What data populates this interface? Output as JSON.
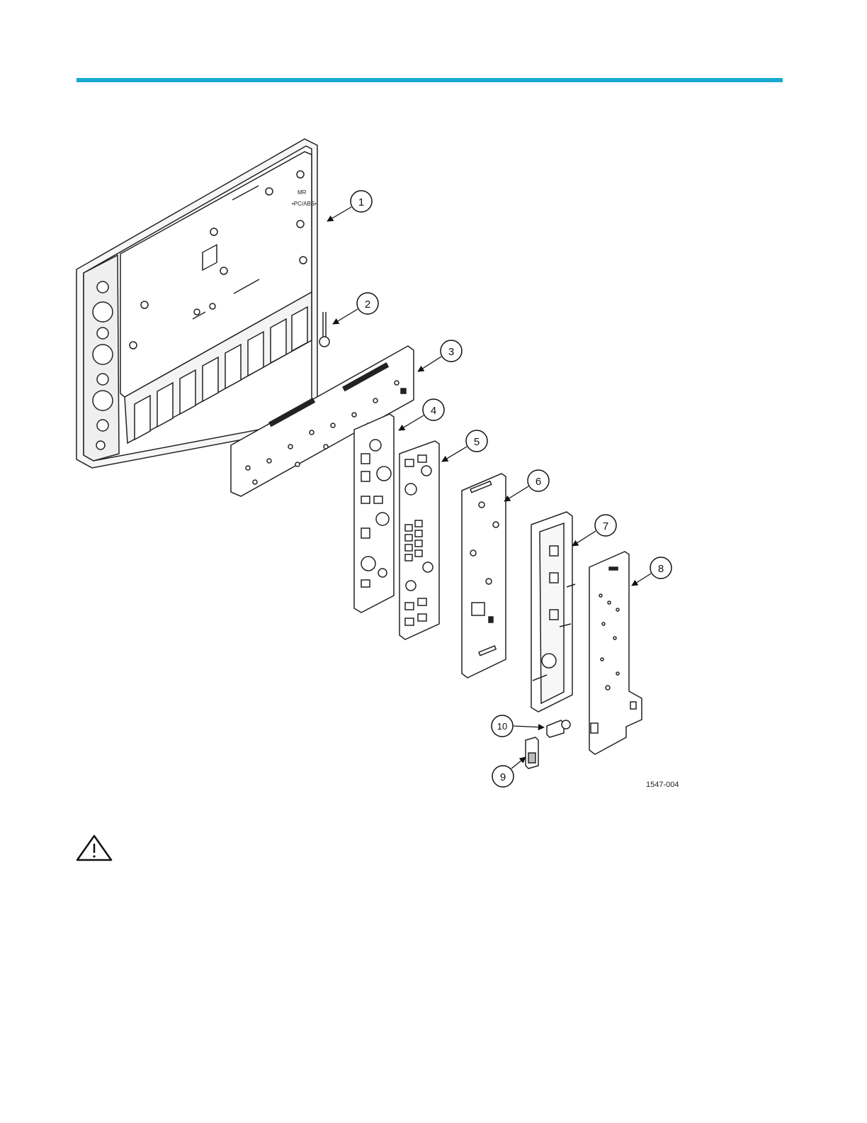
{
  "header": {
    "rule_color": "#1aa9d0"
  },
  "figure": {
    "callouts": [
      "1",
      "2",
      "3",
      "4",
      "5",
      "6",
      "7",
      "8",
      "9",
      "10"
    ],
    "figure_id": "1547-004",
    "panel_labels": [
      "MR",
      "•PC/ABS•"
    ]
  },
  "warning": {
    "icon": "warning-triangle-icon"
  }
}
